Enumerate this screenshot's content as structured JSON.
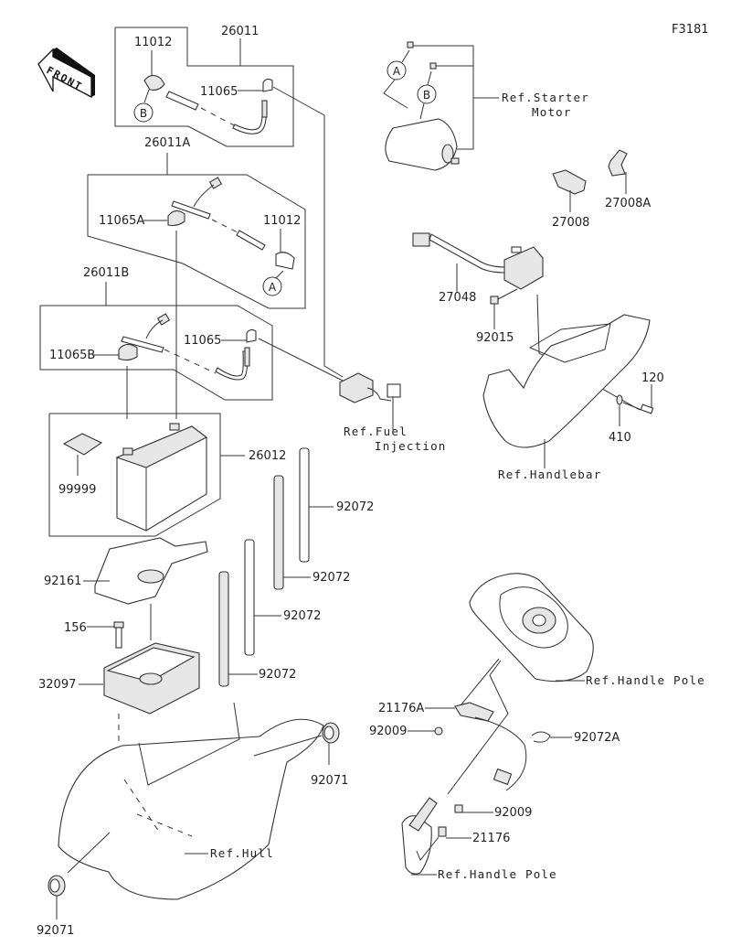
{
  "figure_id": "F3181",
  "front_arrow": {
    "label": "FRONT",
    "icon": "front-arrow-icon"
  },
  "markers": {
    "a": "A",
    "b": "B"
  },
  "labels": {
    "p26011": "26011",
    "p11012_top": "11012",
    "p11065_top": "11065",
    "p26011A": "26011A",
    "p11065A": "11065A",
    "p11012_mid": "11012",
    "p26011B": "26011B",
    "p11065B": "11065B",
    "p11065_mid": "11065",
    "p26012": "26012",
    "p99999": "99999",
    "p92161": "92161",
    "p156": "156",
    "p32097": "32097",
    "p92072_a": "92072",
    "p92072_b": "92072",
    "p92072_c": "92072",
    "p92072_d": "92072",
    "p92071_right": "92071",
    "p92071_left": "92071",
    "p27008": "27008",
    "p27008A": "27008A",
    "p27048": "27048",
    "p92015": "92015",
    "p120": "120",
    "p410": "410",
    "p21176A": "21176A",
    "p92009_top": "92009",
    "p92072A": "92072A",
    "p92009_bottom": "92009",
    "p21176": "21176"
  },
  "refs": {
    "starter_line1": "Ref.Starter",
    "starter_line2": "Motor",
    "fuel_line1": "Ref.Fuel",
    "fuel_line2": "Injection",
    "handlebar": "Ref.Handlebar",
    "handle_pole_top": "Ref.Handle Pole",
    "handle_pole_bottom": "Ref.Handle Pole",
    "hull": "Ref.Hull"
  }
}
